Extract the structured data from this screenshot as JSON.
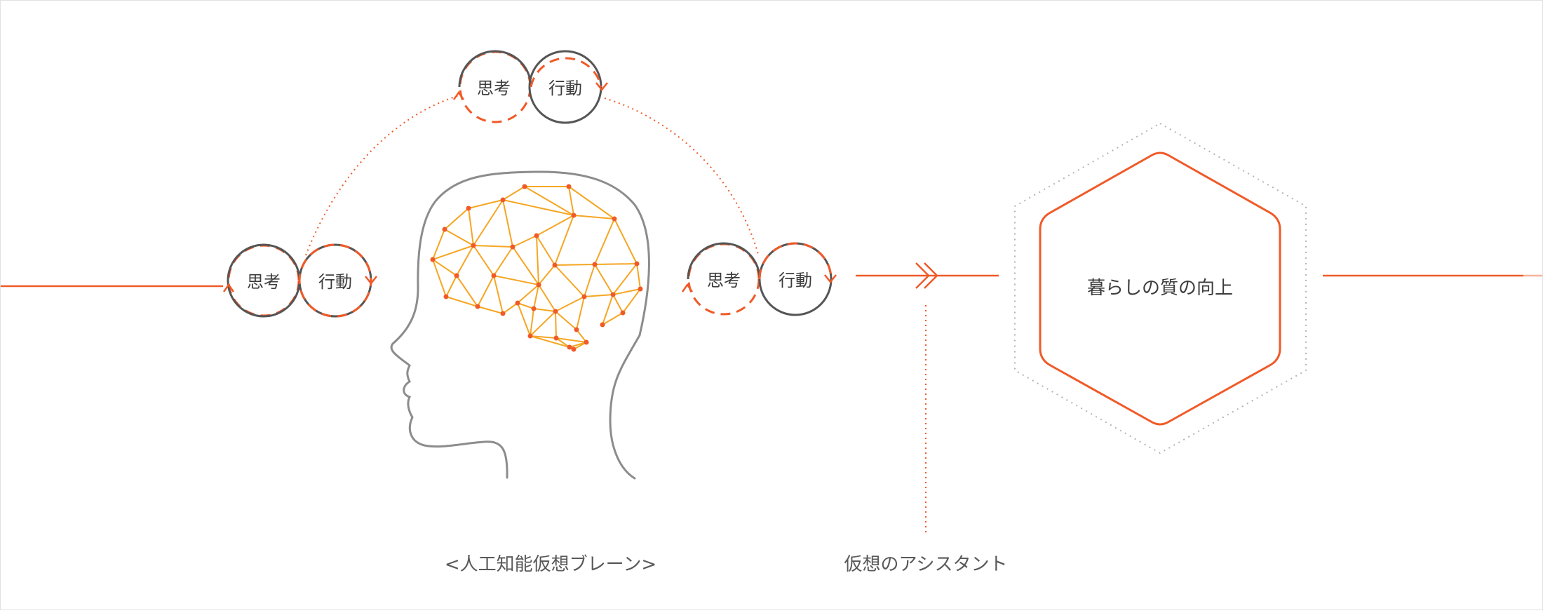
{
  "colors": {
    "accent": "#f05a28",
    "brain_network": "#f5a623",
    "node": "#f05a28",
    "head_outline": "#8c8c8c",
    "circle_outline": "#555555",
    "dotted_grey": "#b4b4b4",
    "text": "#3c3c3c"
  },
  "cycles": {
    "left": {
      "think": "思考",
      "act": "行動"
    },
    "top": {
      "think": "思考",
      "act": "行動"
    },
    "right": {
      "think": "思考",
      "act": "行動"
    }
  },
  "hexagon": {
    "label": "暮らしの質の向上"
  },
  "captions": {
    "brain": "<人工知能仮想ブレーン>",
    "assistant": "仮想のアシスタント"
  },
  "icons": {
    "brain_illustration": "head-with-network-brain-icon",
    "flow_arrow": "double-chevron-arrow-icon"
  }
}
